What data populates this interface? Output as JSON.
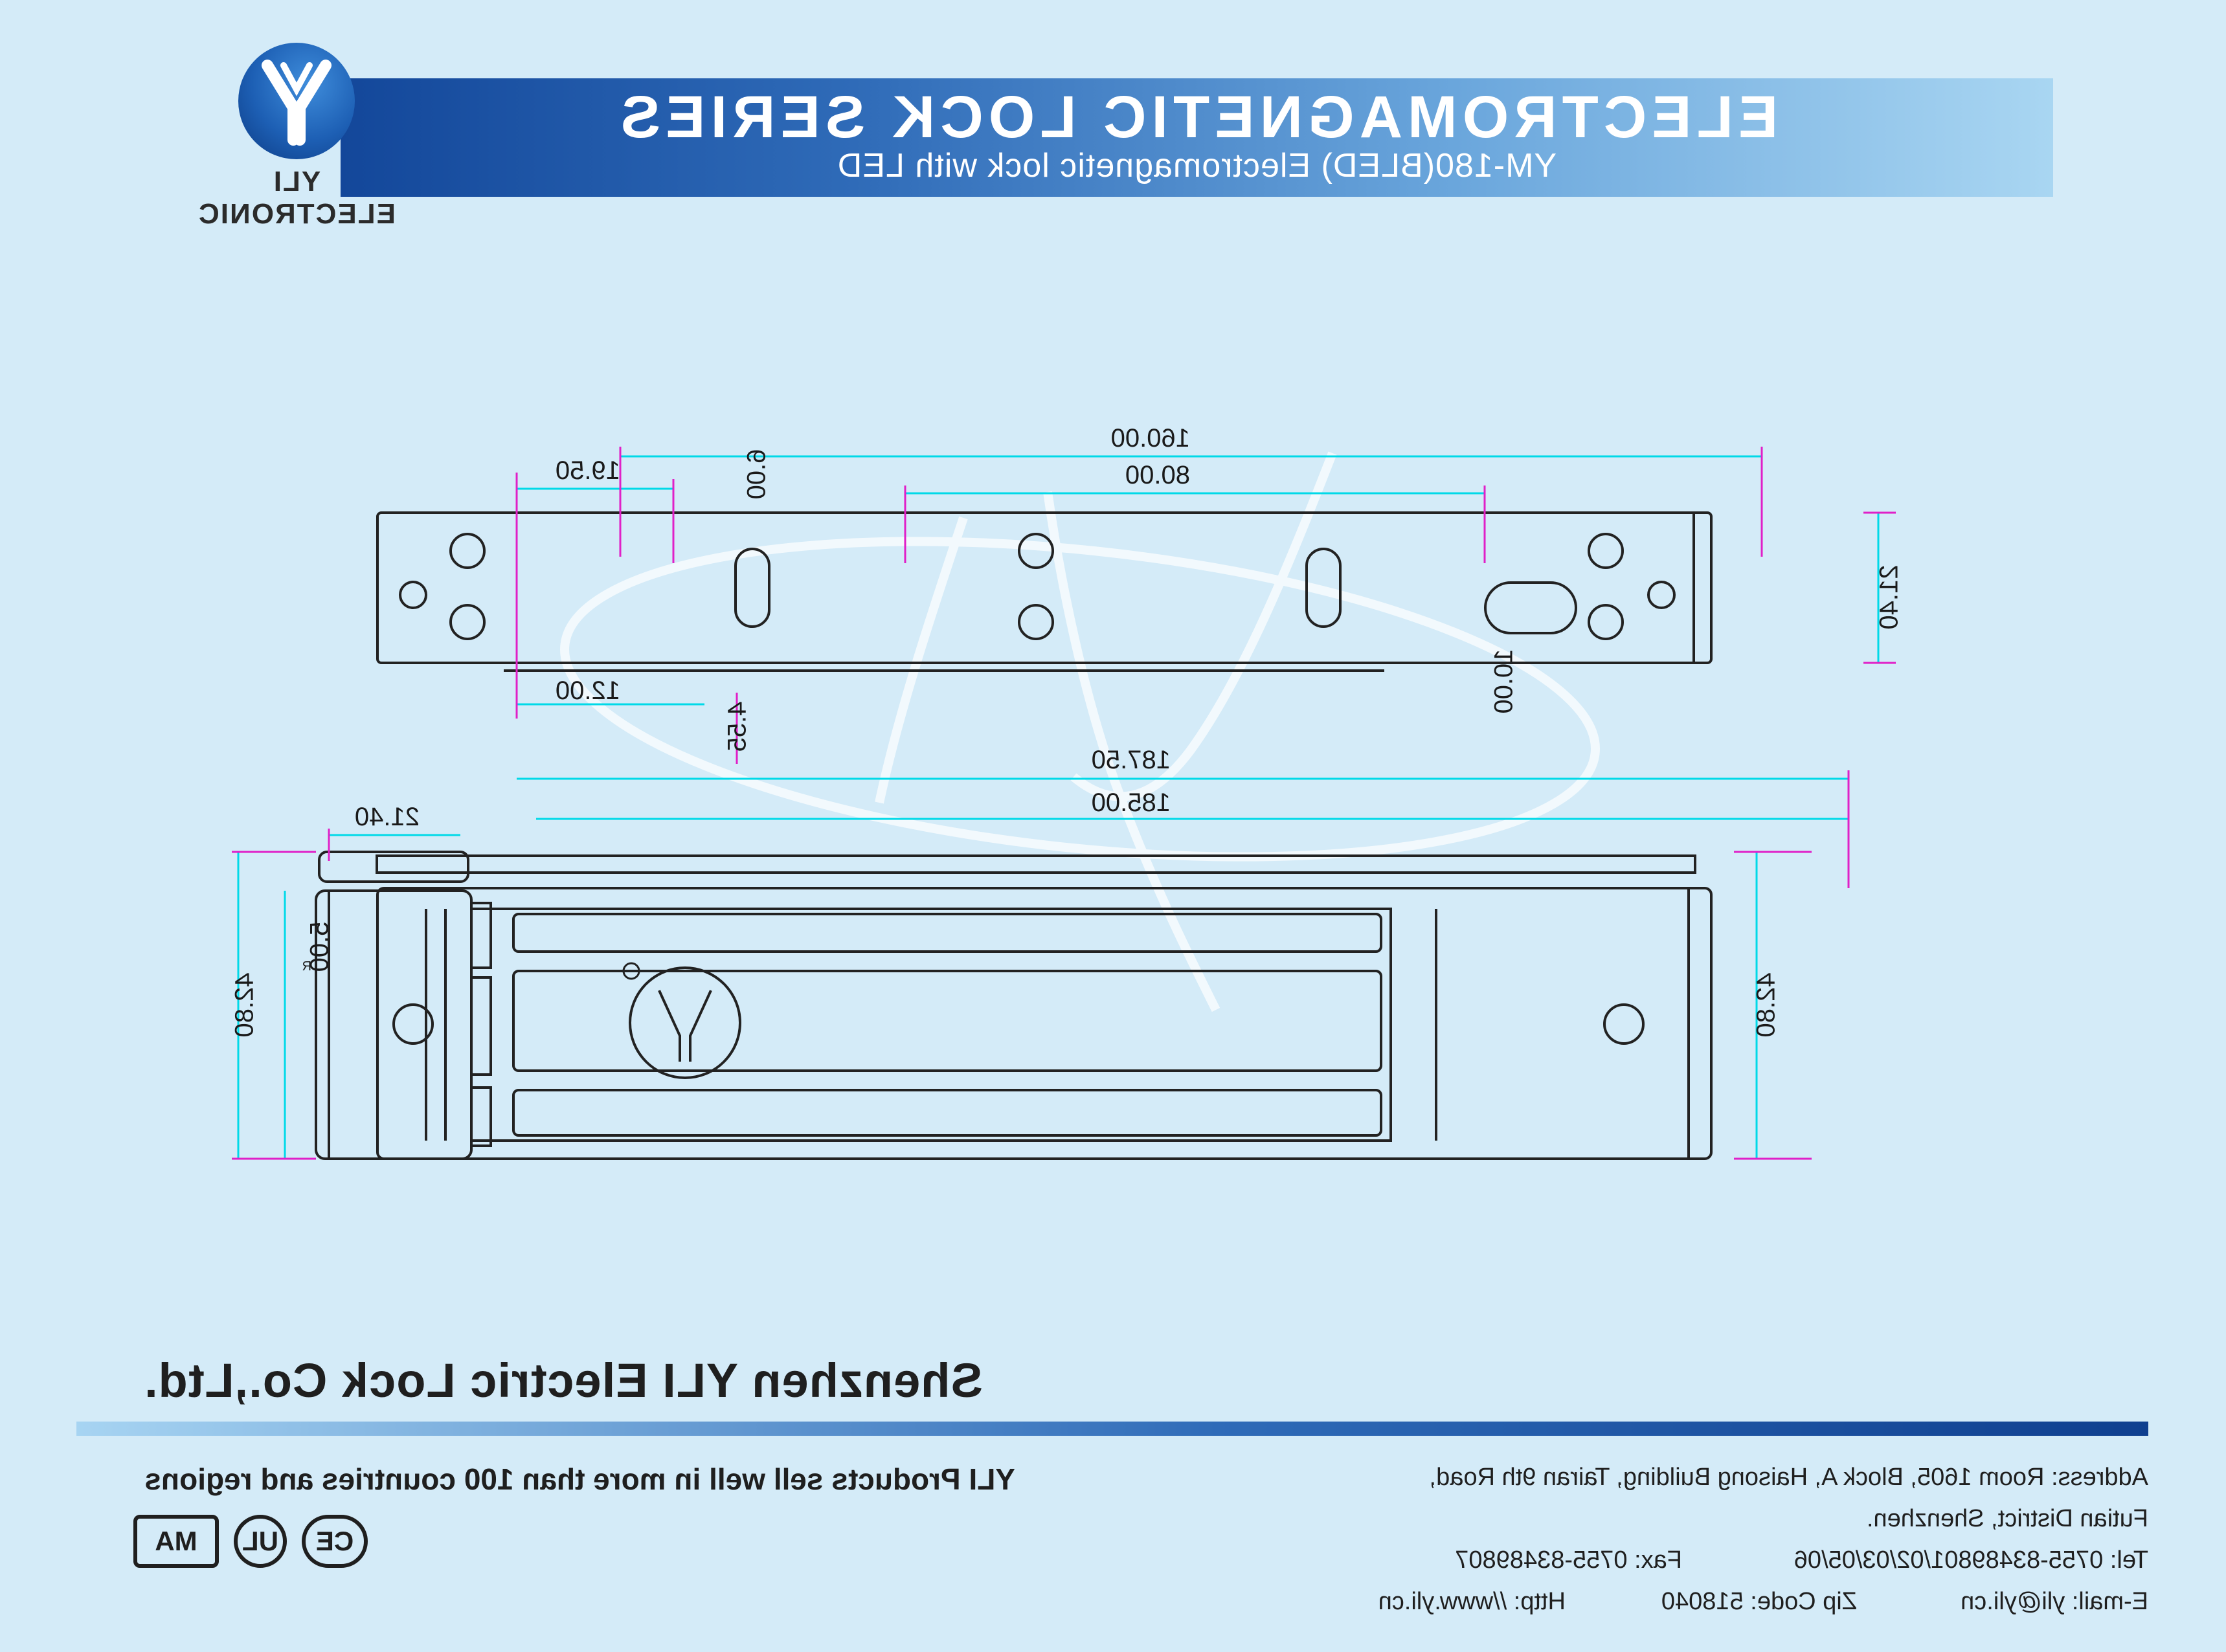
{
  "header": {
    "title": "ELECTROMAGNETIC LOCK SERIES",
    "subtitle": "YM-180(BLED) Electromagnetic lock with  LED"
  },
  "brand": {
    "logo_text": "YLI ELECTRONIC",
    "logo_icon": "yli-y-logo-icon",
    "colors": {
      "banner_dark": "#13479a",
      "banner_light": "#a9d6f2",
      "dimension_line": "#00d9e8",
      "extension_line": "#e020c8",
      "background": "#d4ebf8"
    }
  },
  "drawing": {
    "top_view": {
      "dims": [
        "160.00",
        "80.00",
        "19.50",
        "6.00",
        "12.00",
        "4.55",
        "21.40",
        "10.00"
      ]
    },
    "front_view": {
      "dims": [
        "187.50",
        "185.00",
        "42.80"
      ]
    },
    "side_view": {
      "dims": [
        "21.40",
        "42.80",
        "5.00"
      ]
    },
    "mark_registered": "R"
  },
  "footer": {
    "company": "Shenzhen YLI Electric Lock Co.,Ltd.",
    "slogan": "YLI Products sell well in more than 100 countries and regions",
    "certs": [
      "CE",
      "UL",
      "MA"
    ],
    "address_line1": "Address: Room 1605, Block A, Haisong Building, Tairan 9th Road,",
    "address_line2": "Futian District, Shenzhen.",
    "tel": "Tel: 0755-83489801/02/03/05/06",
    "fax": "Fax: 0755-83489807",
    "email": "E-mail: yli@yli.cn",
    "zip": "Zip Code: 518040",
    "http": "Http: //www.yli.cn"
  }
}
